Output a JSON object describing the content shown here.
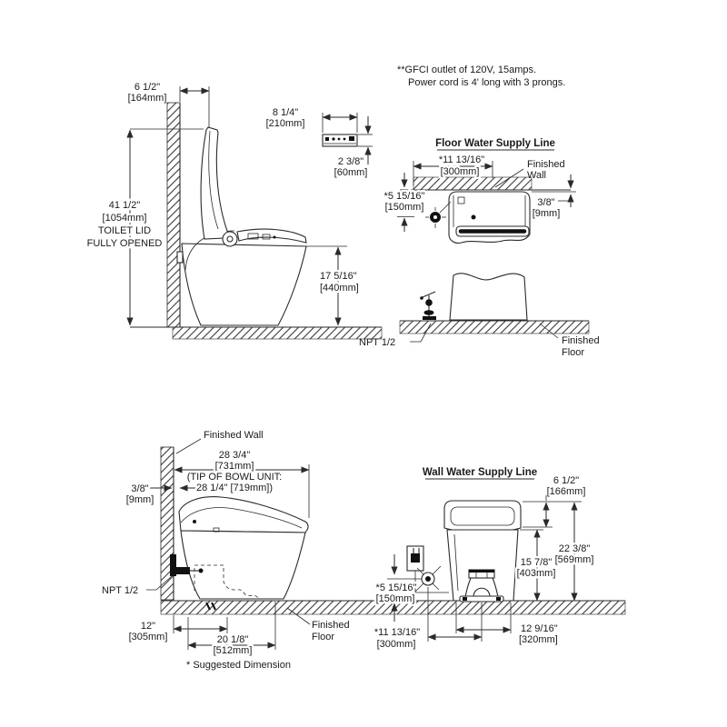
{
  "top": {
    "gfci_note": {
      "line1": "**GFCI outlet of 120V, 15amps.",
      "line2": "Power cord is 4' long with 3 prongs."
    },
    "side_view": {
      "dim_wall_to_lid": {
        "in": "6 1/2\"",
        "mm": "[164mm]"
      },
      "dim_lid_height": {
        "in": "41 1/2\"",
        "mm": "[1054mm]",
        "note1": "TOILET LID",
        "note2": "FULLY OPENED"
      },
      "dim_seat_height": {
        "in": "17 5/16\"",
        "mm": "[440mm]"
      }
    },
    "remote": {
      "dim_width": {
        "in": "8 1/4\"",
        "mm": "[210mm]"
      },
      "dim_height": {
        "in": "2 3/8\"",
        "mm": "[60mm]"
      }
    },
    "floor_supply": {
      "title": "Floor Water Supply Line",
      "dim_offset": {
        "in": "*11 13/16\"",
        "mm": "[300mm]"
      },
      "finished_wall": {
        "line1": "Finished",
        "line2": "Wall"
      },
      "dim_height": {
        "in": "*5 15/16\"",
        "mm": "[150mm]"
      },
      "dim_gap": {
        "in": "3/8\"",
        "mm": "[9mm]"
      },
      "npt_label": "NPT 1/2",
      "finished_floor": {
        "line1": "Finished",
        "line2": "Floor"
      }
    }
  },
  "bottom": {
    "side_view": {
      "finished_wall": "Finished Wall",
      "dim_depth": {
        "in": "28 3/4\"",
        "mm": "[731mm]",
        "note1": "(TIP OF BOWL UNIT:",
        "note2": "28 1/4\" [719mm])"
      },
      "dim_gap": {
        "in": "3/8\"",
        "mm": "[9mm]"
      },
      "npt_label": "NPT 1/2",
      "dim_rough_in": {
        "in": "12\"",
        "mm": "[305mm]"
      },
      "dim_bowl": {
        "in": "20 1/8\"",
        "mm": "[512mm]"
      },
      "finished_floor": {
        "line1": "Finished",
        "line2": "Floor"
      },
      "footnote": "* Suggested Dimension"
    },
    "wall_supply": {
      "title": "Wall Water Supply Line",
      "dim_lid": {
        "in": "6 1/2\"",
        "mm": "[166mm]"
      },
      "dim_total_height": {
        "in": "22 3/8\"",
        "mm": "[569mm]"
      },
      "dim_body_height": {
        "in": "15 7/8\"",
        "mm": "[403mm]"
      },
      "dim_supply_height": {
        "in": "*5 15/16\"",
        "mm": "[150mm]"
      },
      "dim_supply_offset": {
        "in": "*11 13/16\"",
        "mm": "[300mm]"
      },
      "dim_base_width": {
        "in": "12 9/16\"",
        "mm": "[320mm]"
      }
    }
  }
}
